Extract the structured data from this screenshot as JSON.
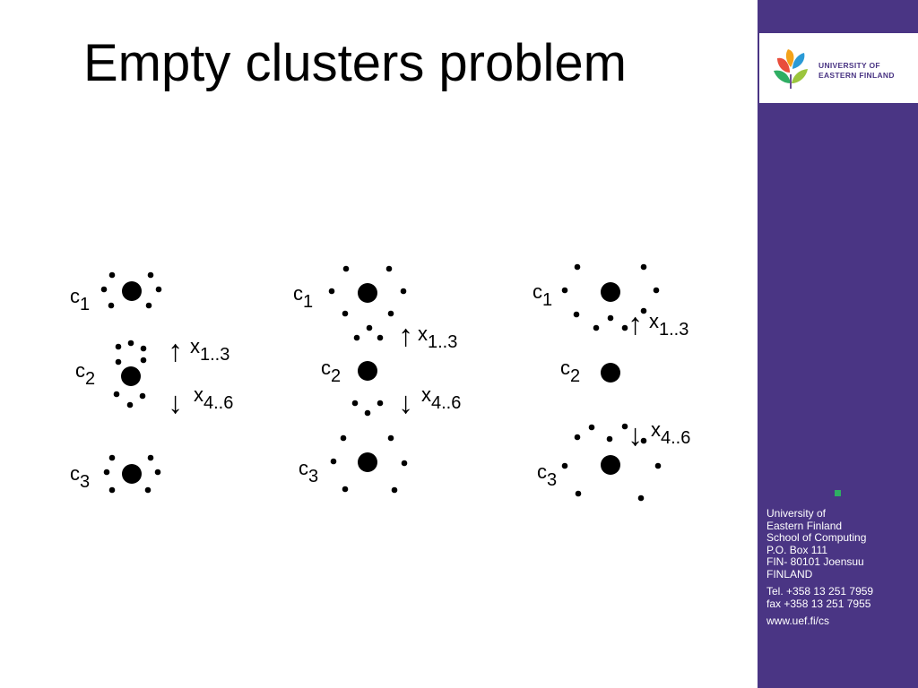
{
  "slide": {
    "title": "Empty clusters problem"
  },
  "logo": {
    "icon": "uef-leaf-logo-icon",
    "line1": "UNIVERSITY OF",
    "line2": "EASTERN FINLAND"
  },
  "contact": {
    "address_lines": [
      "University of",
      "Eastern Finland",
      "School of Computing",
      "P.O. Box 111",
      "FIN- 80101 Joensuu",
      "FINLAND"
    ],
    "tel": "Tel. +358 13 251 7959",
    "fax": "fax  +358 13 251 7955",
    "web": "www.uef.fi/cs"
  },
  "diagram": {
    "centroid_letter": "c",
    "point_letter": "x",
    "centroid_indices": [
      "1",
      "2",
      "3"
    ],
    "group_labels": [
      "1..3",
      "4..6"
    ],
    "arrow_up": "↑",
    "arrow_down": "↓"
  },
  "colors": {
    "sidebar": "#4a3584",
    "logo_text": "#4a3584",
    "bullet": "#2fae63"
  }
}
